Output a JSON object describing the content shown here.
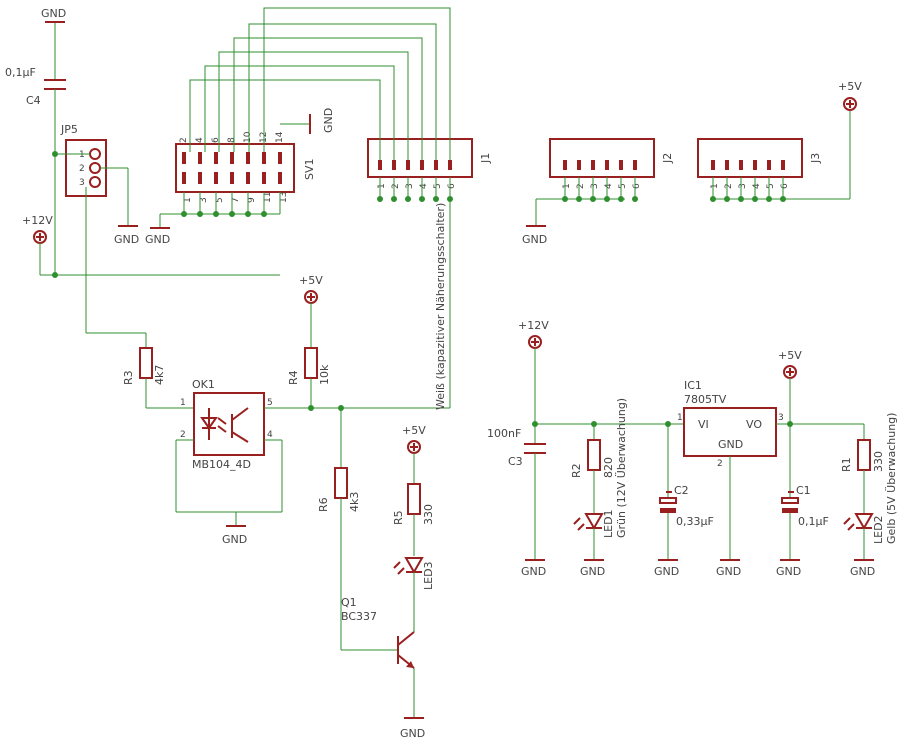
{
  "labels": {
    "gnd": "GND",
    "v12": "+12V",
    "v5": "+5V",
    "c4_name": "C4",
    "c4_value": "0,1µF",
    "jp5_name": "JP5",
    "jp5_pins": [
      "1",
      "2",
      "3"
    ],
    "sv1_name": "SV1",
    "sv1_top_pins": [
      "2",
      "4",
      "6",
      "8",
      "10",
      "12",
      "14"
    ],
    "sv1_bottom_pins": [
      "1",
      "3",
      "5",
      "7",
      "9",
      "11",
      "13"
    ],
    "j_pins": [
      "1",
      "2",
      "3",
      "4",
      "5",
      "6"
    ],
    "j1_name": "J1",
    "j2_name": "J2",
    "j3_name": "J3",
    "r3_name": "R3",
    "r3_value": "4k7",
    "r4_name": "R4",
    "r4_value": "10k",
    "ok1_name": "OK1",
    "ok1_type": "MB104_4D",
    "ok1_pins": [
      "1",
      "2",
      "5",
      "4"
    ],
    "sensor_label": "Weiß (kapazitiver Näherungsschalter)",
    "r6_name": "R6",
    "r6_value": "4k3",
    "r5_name": "R5",
    "r5_value": "330",
    "led3_name": "LED3",
    "q1_name": "Q1",
    "q1_type": "BC337",
    "c3_name": "C3",
    "c3_value": "100nF",
    "r2_name": "R2",
    "r2_value": "820",
    "led1_name": "LED1",
    "led1_label": "Grün (12V Überwachung)",
    "ic1_name": "IC1",
    "ic1_type": "7805TV",
    "ic1_vi": "VI",
    "ic1_vo": "VO",
    "ic1_gnd": "GND",
    "ic1_pins": [
      "1",
      "2",
      "3"
    ],
    "c2_name": "C2",
    "c2_value": "0,33µF",
    "c1_name": "C1",
    "c1_value": "0,1µF",
    "r1_name": "R1",
    "r1_value": "330",
    "led2_name": "LED2",
    "led2_label": "Gelb (5V Überwachung)"
  },
  "colors": {
    "wire": "#2f8f2f",
    "component": "#9a1f1f",
    "text": "#444444",
    "background": "#ffffff"
  }
}
